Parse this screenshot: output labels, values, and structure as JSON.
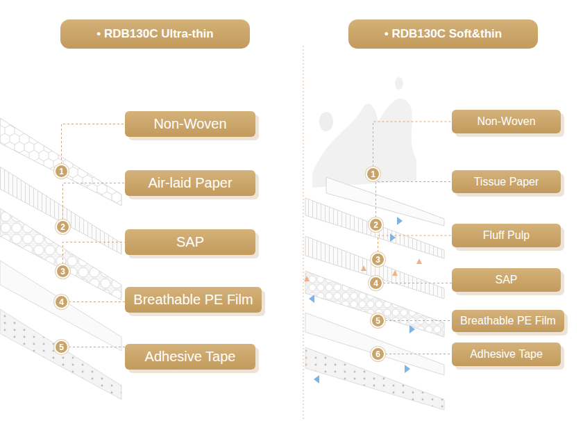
{
  "diagram": {
    "nodes": [
      {
        "text": [
          "• RDB130C Ultra-thin"
        ]
      },
      {
        "text": [
          "• RDB130C Soft&thin"
        ]
      },
      {
        "text": [
          "Non-Woven"
        ]
      },
      {
        "text": [
          "Air-laid Paper"
        ]
      },
      {
        "text": [
          "SAP"
        ]
      },
      {
        "text": [
          "Breathable PE Film"
        ]
      },
      {
        "text": [
          "Adhesive Tape"
        ]
      },
      {
        "text": [
          "1"
        ]
      },
      {
        "text": [
          "2"
        ]
      },
      {
        "text": [
          "3"
        ]
      },
      {
        "text": [
          "4"
        ]
      },
      {
        "text": [
          "5"
        ]
      },
      {
        "text": [
          "Non-Woven"
        ]
      },
      {
        "text": [
          "Tissue Paper"
        ]
      },
      {
        "text": [
          "Fluff Pulp"
        ]
      },
      {
        "text": [
          "SAP"
        ]
      },
      {
        "text": [
          "Breathable PE Film"
        ]
      },
      {
        "text": [
          "Adhesive Tape"
        ]
      },
      {
        "text": [
          "1"
        ]
      },
      {
        "text": [
          "2"
        ]
      },
      {
        "text": [
          "3"
        ]
      },
      {
        "text": [
          "4"
        ]
      },
      {
        "text": [
          "5"
        ]
      },
      {
        "text": [
          "6"
        ]
      }
    ],
    "edges": [
      {
        "from": 7,
        "to": 2,
        "arrow": "none"
      },
      {
        "from": 8,
        "to": 3,
        "arrow": "none"
      },
      {
        "from": 9,
        "to": 4,
        "arrow": "none"
      },
      {
        "from": 10,
        "to": 5,
        "arrow": "none"
      },
      {
        "from": 11,
        "to": 6,
        "arrow": "none"
      },
      {
        "from": 18,
        "to": 12,
        "arrow": "none"
      },
      {
        "from": 19,
        "to": 13,
        "arrow": "none"
      },
      {
        "from": 20,
        "to": 14,
        "arrow": "none"
      },
      {
        "from": 21,
        "to": 15,
        "arrow": "none"
      },
      {
        "from": 22,
        "to": 16,
        "arrow": "none"
      },
      {
        "from": 23,
        "to": 17,
        "arrow": "none"
      }
    ]
  }
}
